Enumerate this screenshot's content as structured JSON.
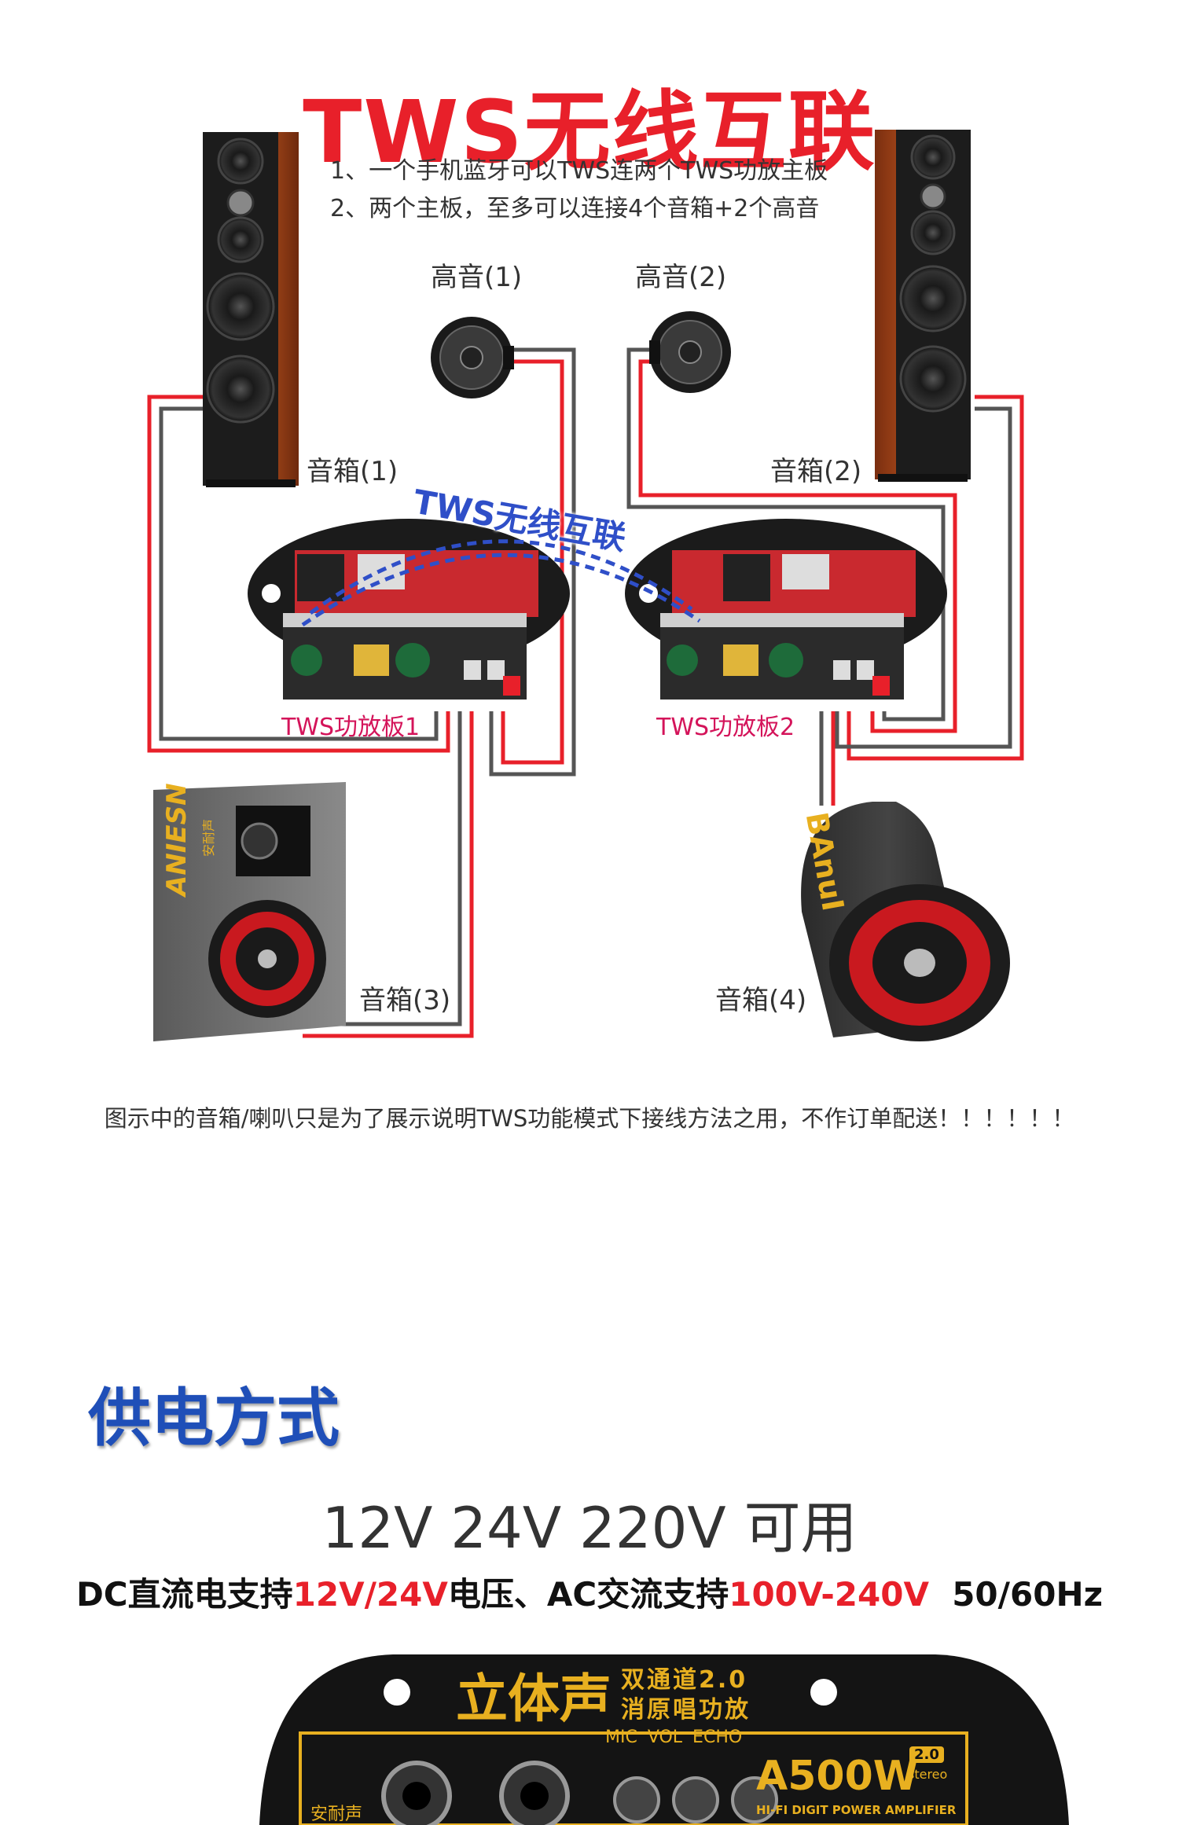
{
  "diagram": {
    "title": "TWS无线互联",
    "notes": [
      "1、一个手机蓝牙可以TWS连两个TWS功放主板",
      "2、两个主板，至多可以连接4个音箱+2个高音"
    ],
    "tweeter_labels": [
      "高音(1)",
      "高音(2)"
    ],
    "speaker_labels": [
      "音箱(1)",
      "音箱(2)",
      "音箱(3)",
      "音箱(4)"
    ],
    "board_labels": [
      "TWS功放板1",
      "TWS功放板2"
    ],
    "wireless_label": "TWS无线互联",
    "brand_box": "ANIESN",
    "brand_box_small": "安耐声",
    "brand_tube": "BAnuI",
    "disclaimer": "图示中的音箱/喇叭只是为了展示说明TWS功能模式下接线方法之用，不作订单配送！！！！！！"
  },
  "power": {
    "title": "供电方式",
    "voltages": "12V 24V 220V 可用",
    "line_part1": "DC直流电支持",
    "line_part2": "12V/24V",
    "line_part3": "电压、AC交流支持",
    "line_part4": "100V-240V",
    "line_part5": "50/60Hz"
  },
  "panel": {
    "title_big": "立体声",
    "title_small_1": "双通道2.0",
    "title_small_2": "消原唱功放",
    "knob_labels": "MIC VOL ECHO",
    "model": "A500W",
    "badge_top": "2.0",
    "badge_bottom": "stereo",
    "subtitle": "HI-FI DIGIT POWER AMPLIFIER",
    "brand": "安耐声"
  },
  "colors": {
    "title_red": "#e8202a",
    "power_blue": "#1f4fb8",
    "board_label": "#d4145a",
    "wire_red": "#e8202a",
    "wire_gray": "#555555",
    "panel_gold": "#e8b020"
  }
}
